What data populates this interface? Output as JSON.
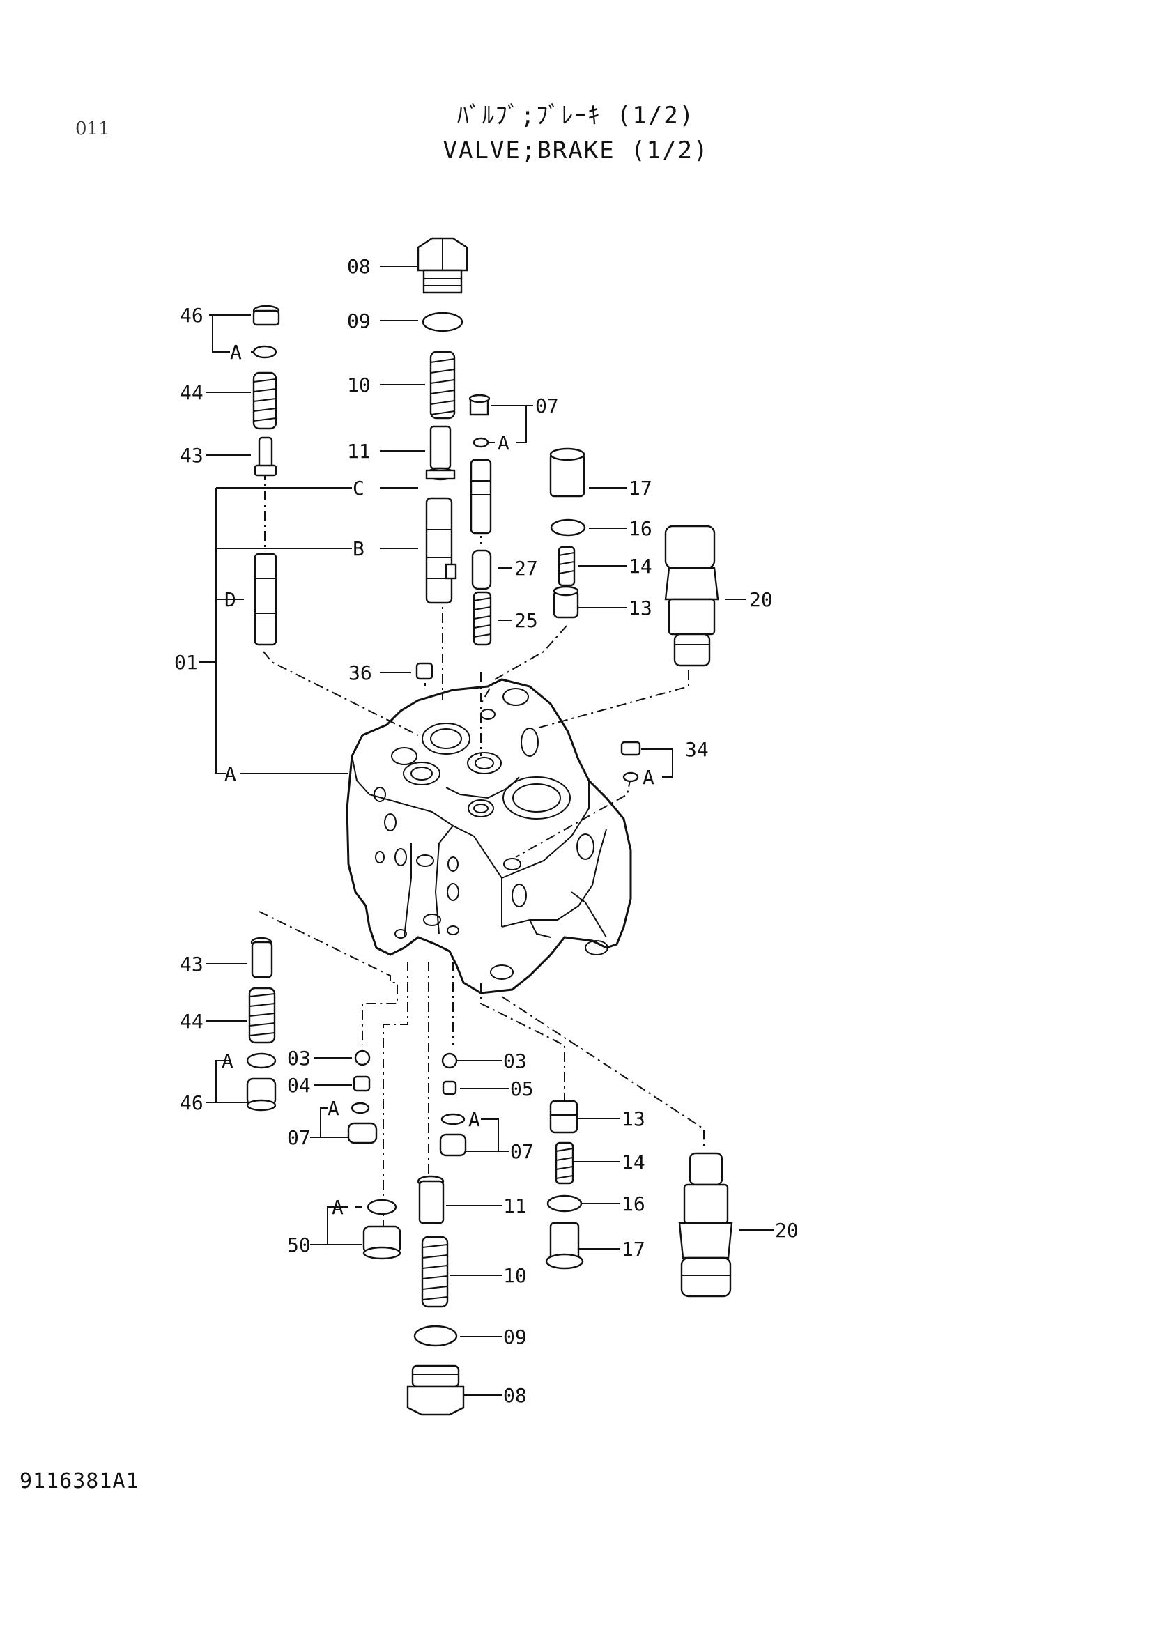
{
  "page_number": "011",
  "title_jp": "ﾊﾞﾙﾌﾞ;ﾌﾞﾚｰｷ (1/2)",
  "title_en": "VALVE;BRAKE (1/2)",
  "doc_code": "9116381A1",
  "callouts": {
    "upper": [
      "08",
      "09",
      "10",
      "11",
      "46",
      "44",
      "43",
      "07",
      "17",
      "16",
      "14",
      "13",
      "20",
      "27",
      "25",
      "36",
      "34",
      "01"
    ],
    "lower": [
      "43",
      "44",
      "46",
      "03",
      "04",
      "07",
      "50",
      "03",
      "05",
      "07",
      "11",
      "10",
      "09",
      "08",
      "13",
      "14",
      "16",
      "17",
      "20"
    ],
    "letters": [
      "A",
      "A",
      "C",
      "B",
      "D",
      "A",
      "A",
      "A",
      "A",
      "A",
      "A",
      "A"
    ]
  }
}
